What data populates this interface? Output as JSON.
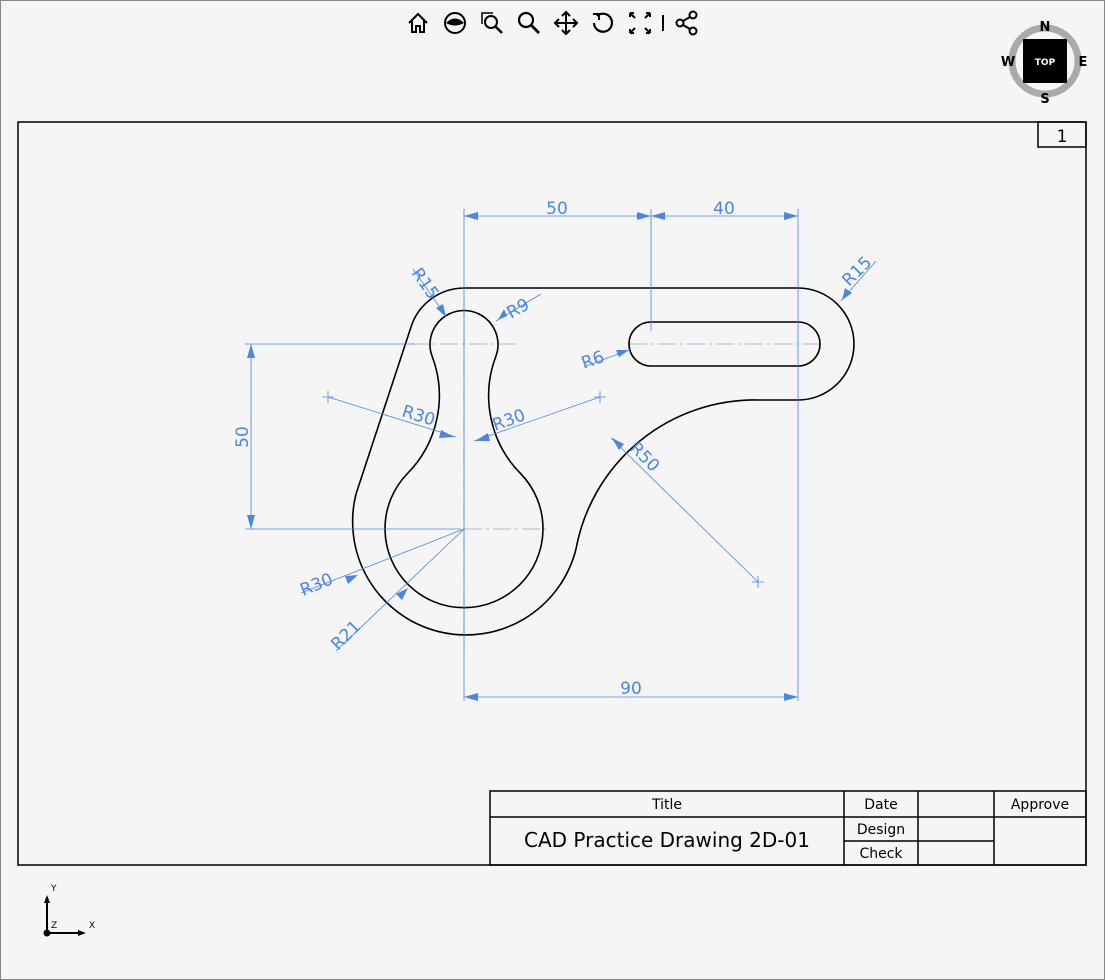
{
  "toolbar": {
    "buttons": [
      "home-icon",
      "look-icon",
      "zoom-window-icon",
      "zoom-icon",
      "pan-icon",
      "rotate-icon",
      "fit-icon",
      "share-icon"
    ]
  },
  "viewcube": {
    "face": "TOP",
    "n": "N",
    "s": "S",
    "e": "E",
    "w": "W"
  },
  "sheet": {
    "number": "1"
  },
  "dimensions": {
    "d50h": "50",
    "d40": "40",
    "d90": "90",
    "d50v": "50",
    "r15a": "R15",
    "r9": "R9",
    "r15b": "R15",
    "r6": "R6",
    "r30a": "R30",
    "r30b": "R30",
    "r50": "R50",
    "r30c": "R30",
    "r21": "R21"
  },
  "titleblock": {
    "title_label": "Title",
    "title": "CAD Practice Drawing 2D-01",
    "date": "Date",
    "design": "Design",
    "check": "Check",
    "approve": "Approve"
  },
  "axes": {
    "x": "X",
    "y": "Y",
    "z": "Z"
  },
  "colors": {
    "dimension": "#4a86e8",
    "line": "#000000"
  }
}
